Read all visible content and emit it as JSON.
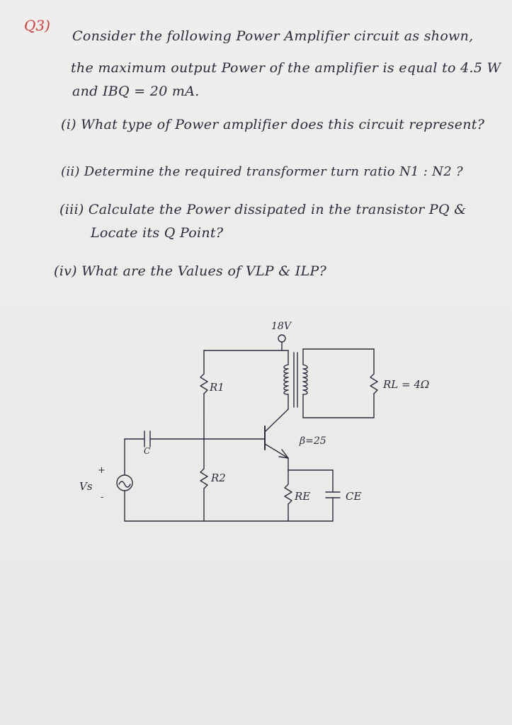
{
  "question": {
    "number": "Q3)",
    "line1": "Consider the following Power Amplifier circuit as shown,",
    "line2": "the maximum output Power of the amplifier is equal to 4.5 W",
    "line3": "and IBQ = 20 mA.",
    "part1": "(i) What type of Power amplifier does this circuit represent?",
    "part2": "(ii) Determine the required transformer turn ratio N1 : N2 ?",
    "part3a": "(iii) Calculate the Power dissipated in the transistor PQ &",
    "part3b": "Locate its Q Point?",
    "part4": "(iv) What are the Values of VLP & ILP?"
  },
  "circuit": {
    "supply": "18V",
    "r1": "R1",
    "r2": "R2",
    "rl": "RL = 4Ω",
    "beta": "β=25",
    "cap": "C",
    "re": "RE",
    "ce": "CE",
    "vs": "Vs",
    "plus": "+",
    "minus": "-"
  },
  "colors": {
    "ink": "#2b2b3d",
    "qnum": "#d03a3a",
    "paper": "#eceae8"
  }
}
